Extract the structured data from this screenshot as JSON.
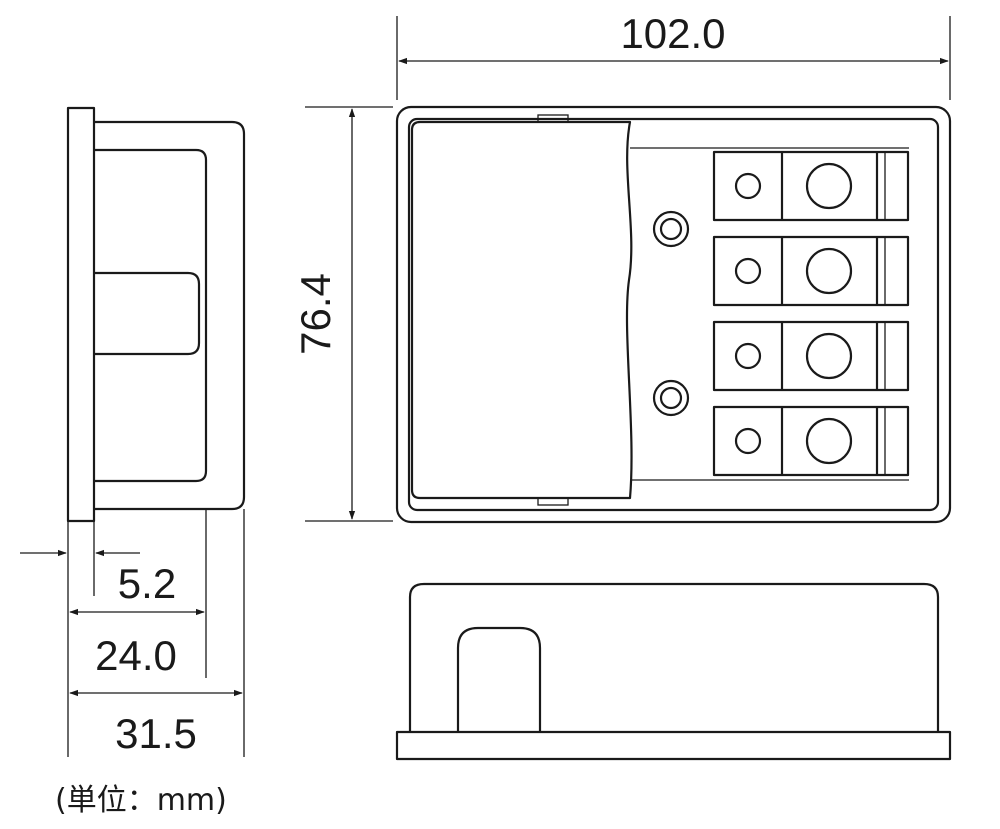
{
  "dimensions": {
    "width": "102.0",
    "height": "76.4",
    "flange": "5.2",
    "depth_inner": "24.0",
    "depth_total": "31.5"
  },
  "unit_label": "(単位：mm)",
  "colors": {
    "line": "#1a1a1a",
    "background": "#ffffff"
  }
}
